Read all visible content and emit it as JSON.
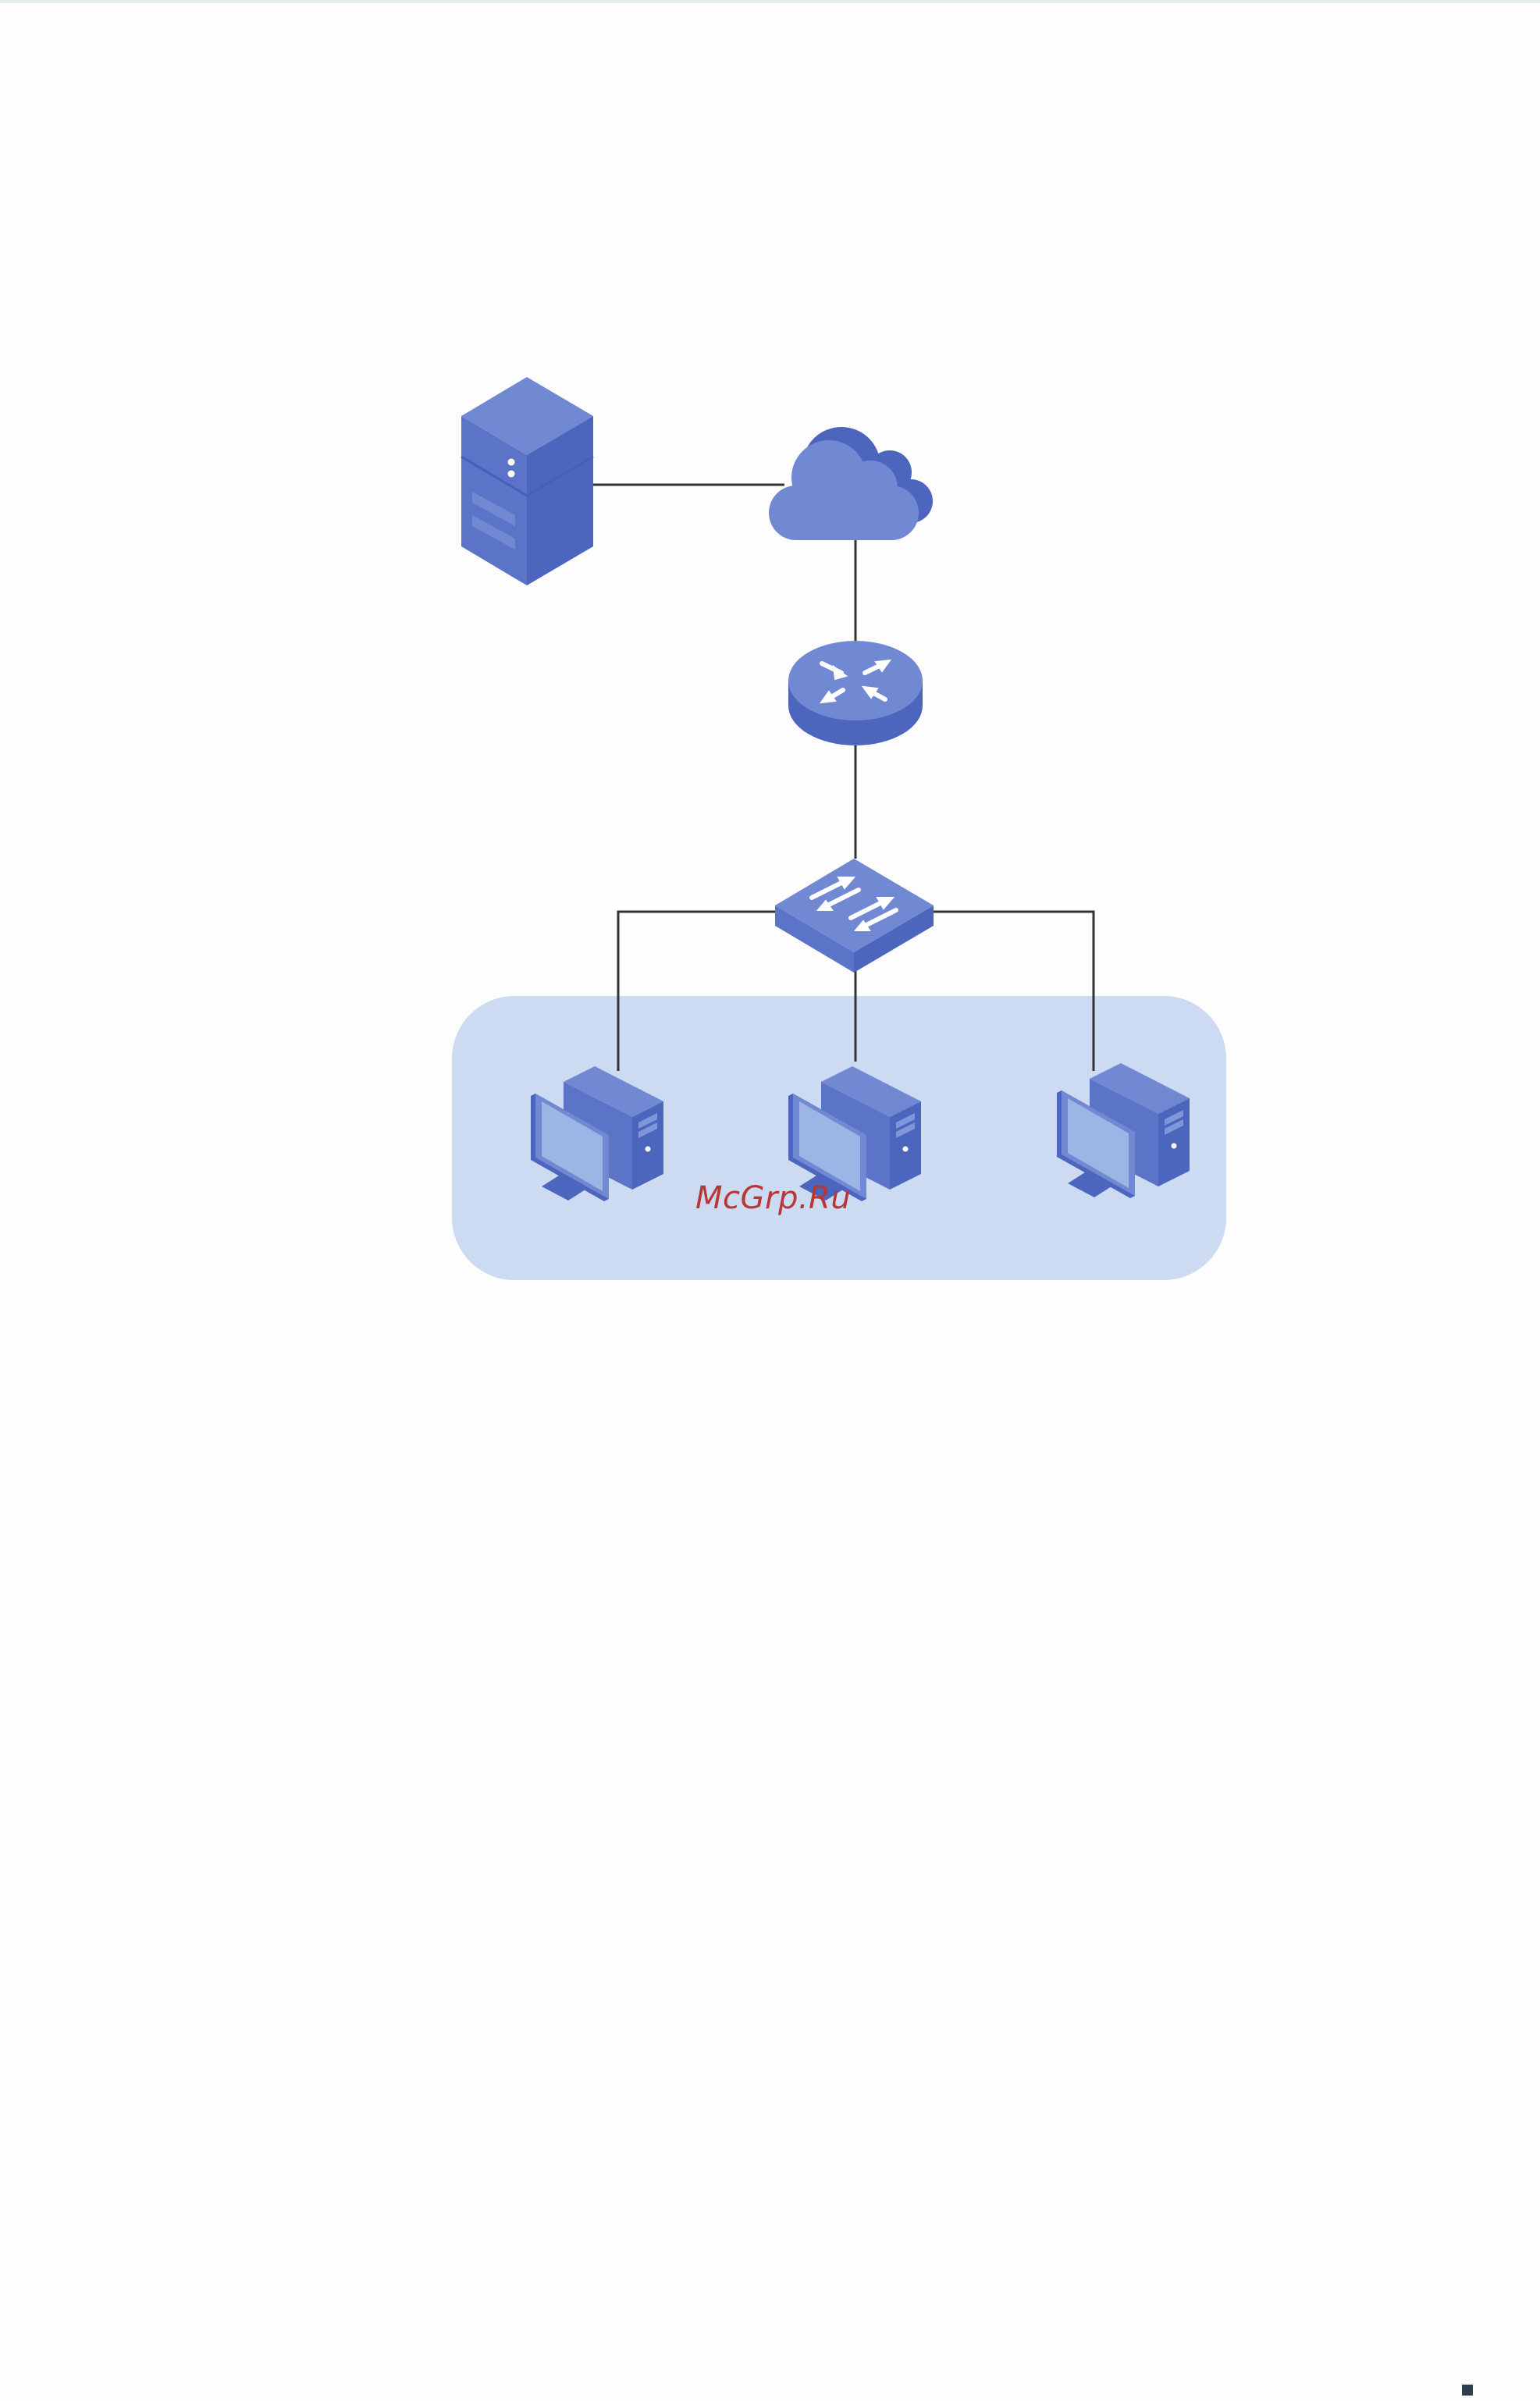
{
  "diagram": {
    "nodes": [
      {
        "id": "server",
        "kind": "server",
        "icon": "server-icon"
      },
      {
        "id": "internet",
        "kind": "cloud",
        "icon": "cloud-icon"
      },
      {
        "id": "router",
        "kind": "router",
        "icon": "router-icon"
      },
      {
        "id": "switch",
        "kind": "switch",
        "icon": "switch-icon"
      },
      {
        "id": "pc-1",
        "kind": "workstation",
        "icon": "desktop-computer-icon"
      },
      {
        "id": "pc-2",
        "kind": "workstation",
        "icon": "desktop-computer-icon"
      },
      {
        "id": "pc-3",
        "kind": "workstation",
        "icon": "desktop-computer-icon"
      }
    ],
    "edges": [
      {
        "from": "server",
        "to": "internet"
      },
      {
        "from": "internet",
        "to": "router"
      },
      {
        "from": "router",
        "to": "switch"
      },
      {
        "from": "switch",
        "to": "pc-1"
      },
      {
        "from": "switch",
        "to": "pc-2"
      },
      {
        "from": "switch",
        "to": "pc-3"
      }
    ],
    "groups": [
      {
        "id": "lan-area",
        "members": [
          "pc-1",
          "pc-2",
          "pc-3"
        ]
      }
    ]
  },
  "colors": {
    "device_light": "#7189d3",
    "device_mid": "#5c74c7",
    "device_dark": "#4d66bd",
    "screen": "#9bb6e5",
    "lan_area": "#ccdaf2",
    "link": "#333333",
    "watermark": "#b73636"
  },
  "watermark": {
    "text": "McGrp.Ru"
  }
}
